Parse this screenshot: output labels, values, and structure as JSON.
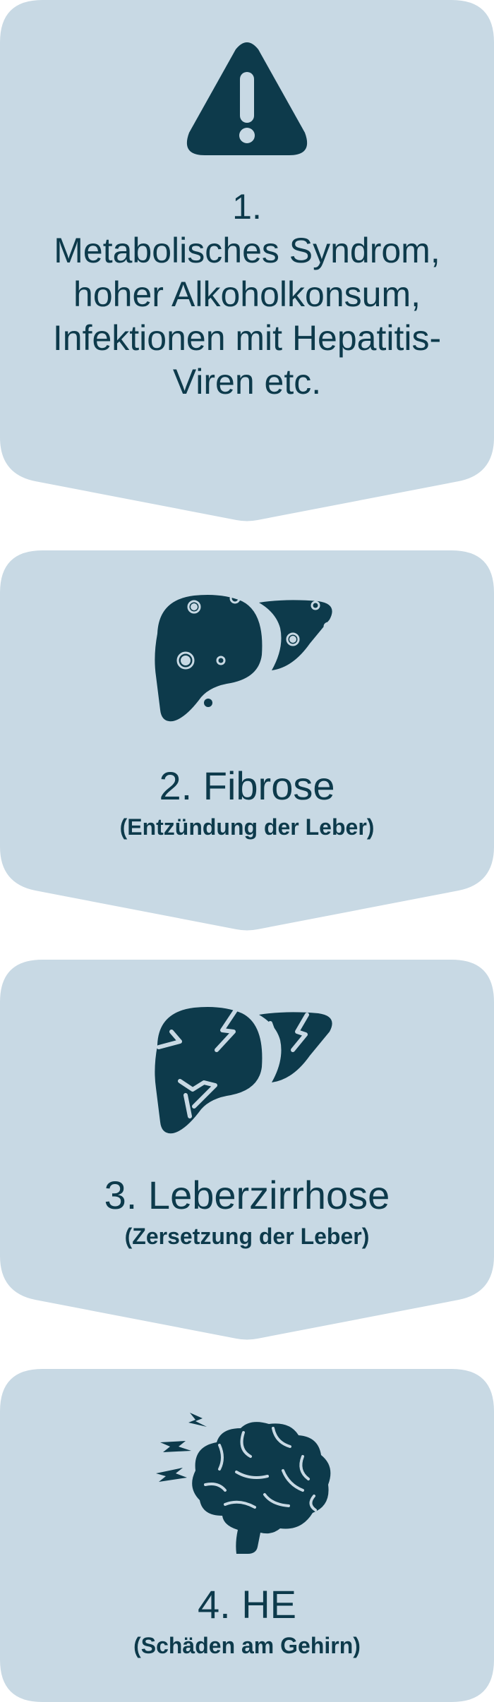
{
  "colors": {
    "card_background": "#c8d9e4",
    "icon_color": "#0d3a4b",
    "text_color": "#0d3a4b"
  },
  "steps": [
    {
      "icon": "warning-triangle-icon",
      "number": "1.",
      "lines": [
        "Metabolisches Syndrom,",
        "hoher Alkoholkonsum,",
        "Infektionen mit Hepatitis-",
        "Viren etc."
      ]
    },
    {
      "icon": "liver-virus-icon",
      "title": "2. Fibrose",
      "subtitle": "(Entzündung der Leber)"
    },
    {
      "icon": "liver-cracked-icon",
      "title": "3. Leberzirrhose",
      "subtitle": "(Zersetzung der Leber)"
    },
    {
      "icon": "brain-lightning-icon",
      "title": "4. HE",
      "subtitle": "(Schäden am Gehirn)"
    }
  ]
}
